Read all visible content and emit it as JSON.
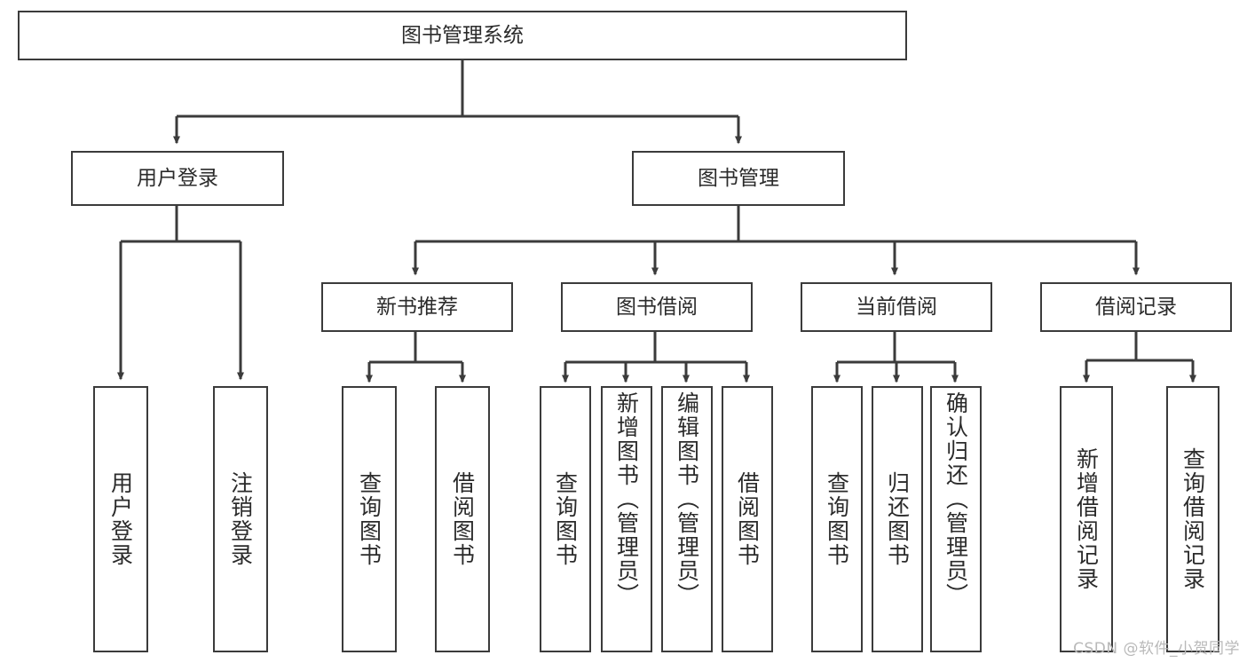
{
  "diagram": {
    "title": "图书管理系统",
    "watermark": "CSDN @软件_小贺同学",
    "line_color": "#3b3b3b",
    "background_color": "#ffffff",
    "text_color": "#2b2b2b",
    "root": {
      "id": "root",
      "label": "图书管理系统"
    },
    "level2": [
      {
        "id": "user-login",
        "label": "用户登录"
      },
      {
        "id": "book-manage",
        "label": "图书管理"
      }
    ],
    "level3": [
      {
        "id": "new-book-rec",
        "label": "新书推荐"
      },
      {
        "id": "book-borrow",
        "label": "图书借阅"
      },
      {
        "id": "current-borrow",
        "label": "当前借阅"
      },
      {
        "id": "borrow-record",
        "label": "借阅记录"
      }
    ],
    "leaves": {
      "user_login": [
        {
          "id": "leaf-user-login",
          "label": "用户登录"
        },
        {
          "id": "leaf-logout",
          "label": "注销登录"
        }
      ],
      "new_book_rec": [
        {
          "id": "leaf-query-book-1",
          "label": "查询图书"
        },
        {
          "id": "leaf-borrow-book-1",
          "label": "借阅图书"
        }
      ],
      "book_borrow": [
        {
          "id": "leaf-query-book-2",
          "label": "查询图书"
        },
        {
          "id": "leaf-add-book",
          "label": "新增图书（管理员）"
        },
        {
          "id": "leaf-edit-book",
          "label": "编辑图书（管理员）"
        },
        {
          "id": "leaf-borrow-book-2",
          "label": "借阅图书"
        }
      ],
      "current_borrow": [
        {
          "id": "leaf-query-book-3",
          "label": "查询图书"
        },
        {
          "id": "leaf-return-book",
          "label": "归还图书"
        },
        {
          "id": "leaf-confirm-return",
          "label": "确认归还（管理员）"
        }
      ],
      "borrow_record": [
        {
          "id": "leaf-add-record",
          "label": "新增借阅记录"
        },
        {
          "id": "leaf-query-record",
          "label": "查询借阅记录"
        }
      ]
    }
  }
}
